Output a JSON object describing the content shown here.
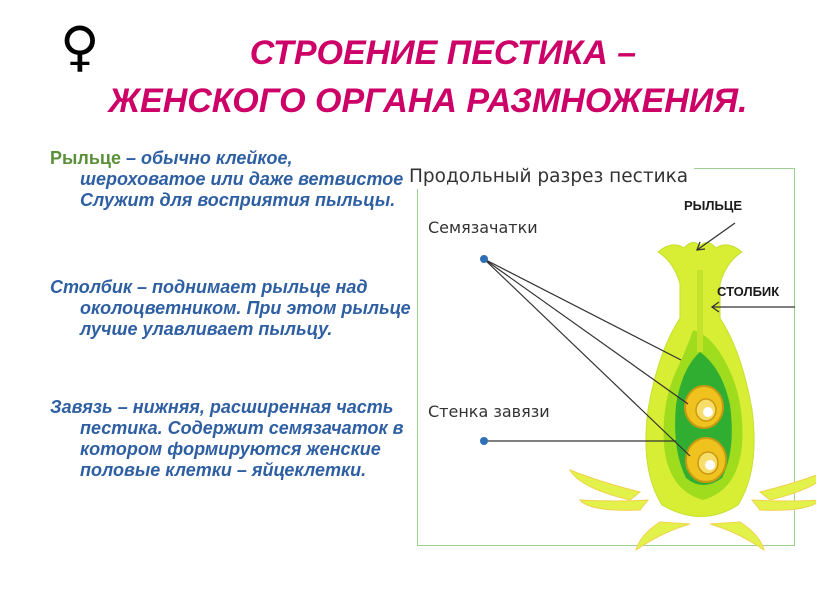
{
  "header": {
    "symbol": "♀",
    "line1": "СТРОЕНИЕ   ПЕСТИКА –",
    "line2": "ЖЕНСКОГО ОРГАНА РАЗМНОЖЕНИЯ."
  },
  "descriptions": [
    {
      "term": "Рыльце",
      "text": " – обычно клейкое, шероховатое или даже ветвистое. Служит для восприятия пыльцы."
    },
    {
      "term": "Столбик",
      "text": " – поднимает рыльце над околоцветником. При этом рыльце лучше улавливает пыльцу."
    },
    {
      "term": "Завязь",
      "text": " – нижняя, расширенная часть пестика. Содержит семязачаток в котором формируются женские половые клетки – яйцеклетки."
    }
  ],
  "diagram": {
    "title": "Продольный разрез пестика",
    "label_ovules": "Семязачатки",
    "label_wall": "Стенка завязи",
    "label_stigma": "РЫЛЬЦЕ",
    "label_style": "СТОЛБИК"
  },
  "colors": {
    "title": "#cc0066",
    "text": "#2e5fa3",
    "stigma_term": "#5b8f3a",
    "outer_tissue": "#d8ee34",
    "inner_tissue": "#9fdc1e",
    "cavity": "#2fae32",
    "ovule": "#f0c21e"
  }
}
